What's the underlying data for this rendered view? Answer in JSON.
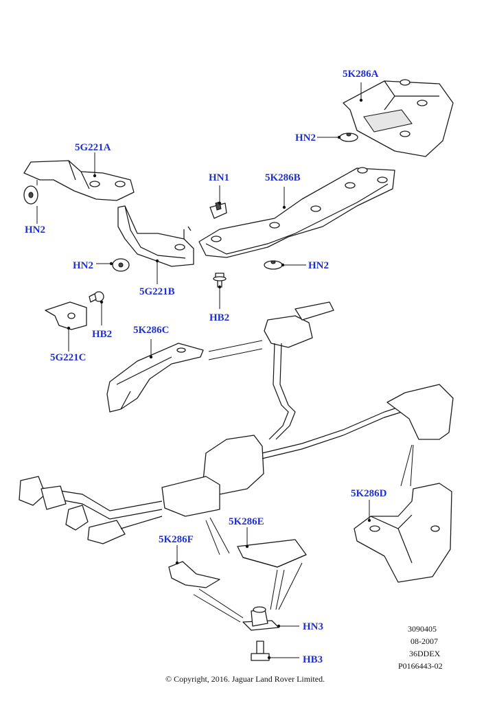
{
  "callouts": {
    "c_5k286a": "5K286A",
    "c_hn2_top": "HN2",
    "c_5g221a": "5G221A",
    "c_hn2_left": "HN2",
    "c_hn1": "HN1",
    "c_5k286b": "5K286B",
    "c_hn2_mid": "HN2",
    "c_hn2_right": "HN2",
    "c_5g221b": "5G221B",
    "c_hb2_center": "HB2",
    "c_hb2_left": "HB2",
    "c_5g221c": "5G221C",
    "c_5k286c": "5K286C",
    "c_5k286d": "5K286D",
    "c_5k286e": "5K286E",
    "c_5k286f": "5K286F",
    "c_hn3": "HN3",
    "c_hb3": "HB3"
  },
  "meta": {
    "ref_number": "3090405",
    "date": "08-2007",
    "model_code": "36DDEX",
    "illustration_id": "P0166443-02"
  },
  "footer": {
    "copyright": "© Copyright, 2016. Jaguar Land Rover Limited."
  },
  "colors": {
    "callout_text": "#1f2fd0",
    "line_art": "#1a1a1a",
    "background": "#ffffff"
  }
}
